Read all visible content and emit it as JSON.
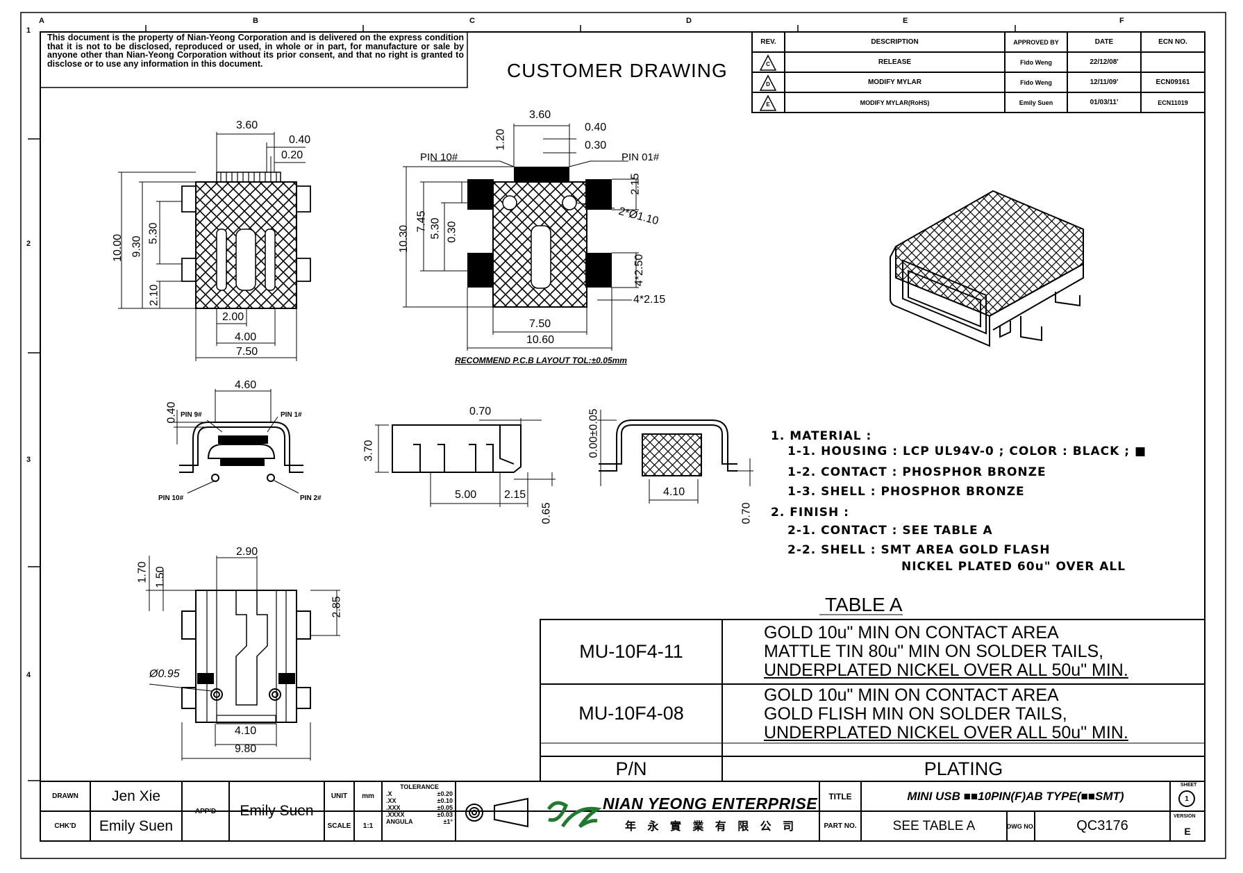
{
  "copyright_note": "This document is the property of Nian-Yeong Corporation and is delivered on the express condition that it is not to be disclosed, reproduced or used, in whole or in part, for manufacture or sale by anyone other than Nian-Yeong Corporation without its prior consent, and that no right is granted to disclose or to use any information in this document.",
  "drawing_title": "CUSTOMER DRAWING",
  "grid": {
    "columns": [
      "A",
      "B",
      "C",
      "D",
      "E",
      "F"
    ],
    "rows": [
      "1",
      "2",
      "3",
      "4"
    ]
  },
  "revision_table": {
    "headers": [
      "REV.",
      "DESCRIPTION",
      "APPROVED BY",
      "DATE",
      "ECN NO."
    ],
    "rows": [
      {
        "rev": "C",
        "description": "RELEASE",
        "approved_by": "Fido Weng",
        "date": "22/12/08'",
        "ecn": ""
      },
      {
        "rev": "D",
        "description": "MODIFY MYLAR",
        "approved_by": "Fido Weng",
        "date": "12/11/09'",
        "ecn": "ECN09161"
      },
      {
        "rev": "E",
        "description": "MODIFY MYLAR(RoHS)",
        "approved_by": "Emily Suen",
        "date": "01/03/11'",
        "ecn": "ECN11019"
      }
    ]
  },
  "dims": {
    "top_view": [
      "3.60",
      "0.40",
      "0.20",
      "10.00",
      "9.30",
      "5.30",
      "2.10",
      "2.00",
      "4.00",
      "7.50"
    ],
    "pcb_view": [
      "3.60",
      "0.40",
      "0.30",
      "1.20",
      "PIN 10#",
      "PIN 01#",
      "2.15",
      "2*Ø1.10",
      "10.30",
      "7.45",
      "5.30",
      "0.30",
      "4*2.50",
      "4*2.15",
      "7.50",
      "10.60"
    ],
    "pcb_caption": "RECOMMEND P.C.B LAYOUT TOL:±0.05mm",
    "front_view": [
      "4.60",
      "0.40",
      "PIN 9#",
      "PIN 1#",
      "PIN 10#",
      "PIN 2#"
    ],
    "side_view": [
      "0.70",
      "3.70",
      "5.00",
      "2.15",
      "0.65"
    ],
    "rear_view": [
      "0.00±0.05",
      "4.10",
      "0.70"
    ],
    "bottom_view": [
      "2.90",
      "1.70",
      "1.50",
      "2.85",
      "Ø0.95",
      "4.10",
      "9.80"
    ]
  },
  "notes": [
    "1. MATERIAL :",
    "1-1. HOUSING : LCP UL94V-0 ; COLOR : BLACK ; ■",
    "1-2. CONTACT   : PHOSPHOR BRONZE",
    "1-3. SHELL : PHOSPHOR BRONZE",
    "2. FINISH :",
    "2-1. CONTACT   : SEE TABLE A",
    "2-2. SHELL   : SMT AREA GOLD FLASH",
    "NICKEL PLATED 60u\"  OVER ALL"
  ],
  "table_a": {
    "title": "TABLE A",
    "rows": [
      {
        "pn": "MU-10F4-11",
        "plating": [
          "GOLD 10u\" MIN ON CONTACT AREA",
          "MATTLE TIN 80u\" MIN ON SOLDER TAILS,",
          "UNDERPLATED NICKEL OVER ALL 50u\" MIN."
        ]
      },
      {
        "pn": "MU-10F4-08",
        "plating": [
          "GOLD 10u\" MIN ON CONTACT AREA",
          "GOLD FLISH MIN ON SOLDER TAILS,",
          "UNDERPLATED NICKEL OVER ALL 50u\" MIN."
        ]
      }
    ],
    "footer_pn": "P/N",
    "footer_plating": "PLATING"
  },
  "title_block": {
    "drawn_label": "DRAWN",
    "drawn": "Jen Xie",
    "chkd_label": "CHK'D",
    "chkd": "Emily Suen",
    "appd_label": "APP'D",
    "appd": "Emily Suen",
    "unit_label": "UNIT",
    "unit": "mm",
    "scale_label": "SCALE",
    "scale": "1:1",
    "tolerance_label": "TOLERANCE",
    "tolerances": [
      {
        "k": ".X",
        "v": "±0.20"
      },
      {
        "k": ".XX",
        "v": "±0.10"
      },
      {
        "k": ".XXX",
        "v": "±0.05"
      },
      {
        "k": ".XXXX",
        "v": "±0.03"
      },
      {
        "k": "ANGULA",
        "v": "±1°"
      }
    ],
    "company": "NIAN YEONG ENTERPRISE",
    "company_cn": "年 永 實 業 有 限 公 司",
    "title_label": "TITLE",
    "title": "MINI USB ■■10PIN(F)AB TYPE(■■SMT)",
    "sheet_label": "SHEET",
    "sheet": "1",
    "part_no_label": "PART NO.",
    "part_no": "SEE TABLE A",
    "dwg_no_label": "DWG NO.",
    "dwg_no": "QC3176",
    "version_label": "VERSION",
    "version": "E"
  },
  "colors": {
    "ink": "#000000",
    "logo_green": "#1f7a2e",
    "paper": "#ffffff"
  }
}
